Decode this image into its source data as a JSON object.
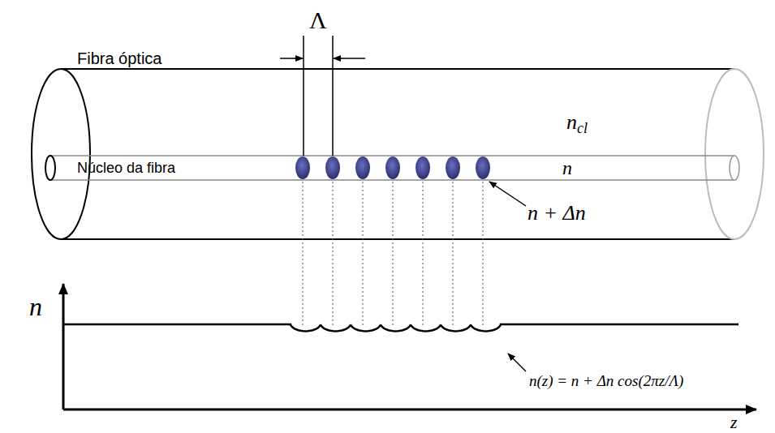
{
  "diagram": {
    "nodes": [
      {
        "text": [
          "Fibra óptica",
          "ncl"
        ]
      },
      {
        "text": [
          "Núcleo da fibra",
          "n"
        ],
        "in": 0
      }
    ],
    "labels": [
      "Λ",
      "n + Δn",
      "n",
      "n(z) = n + Δn cos(2πz/Λ)",
      "z"
    ]
  }
}
